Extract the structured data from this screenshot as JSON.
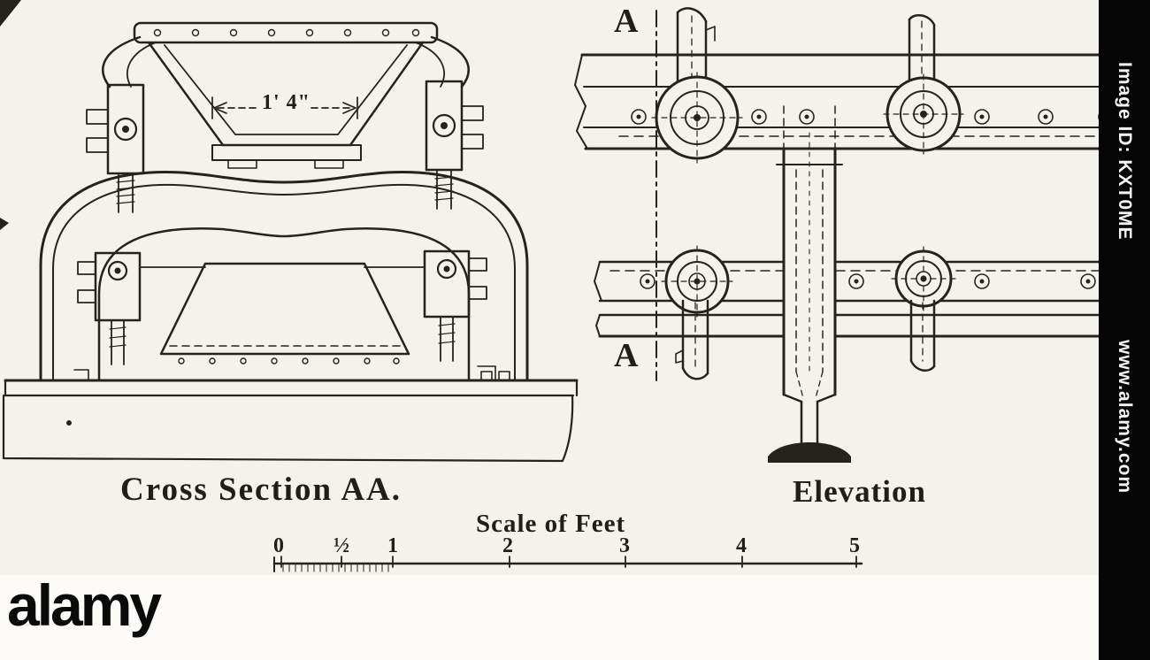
{
  "figure": {
    "views": {
      "cross_section": {
        "caption": "Cross Section AA.",
        "dimension_label": "1' 4\""
      },
      "elevation": {
        "caption": "Elevation",
        "section_letter_top": "A",
        "section_letter_bottom": "A"
      }
    },
    "scale_bar": {
      "title": "Scale of Feet",
      "tick_labels": [
        "0",
        "½",
        "1",
        "2",
        "3",
        "4",
        "5"
      ]
    }
  },
  "watermark": {
    "brand": "alamy",
    "image_id": "Image ID: KXT0ME",
    "url": "www.alamy.com"
  },
  "colors": {
    "background": "#f4f2ec",
    "ink": "#26231d",
    "sidebar": "#000000"
  }
}
